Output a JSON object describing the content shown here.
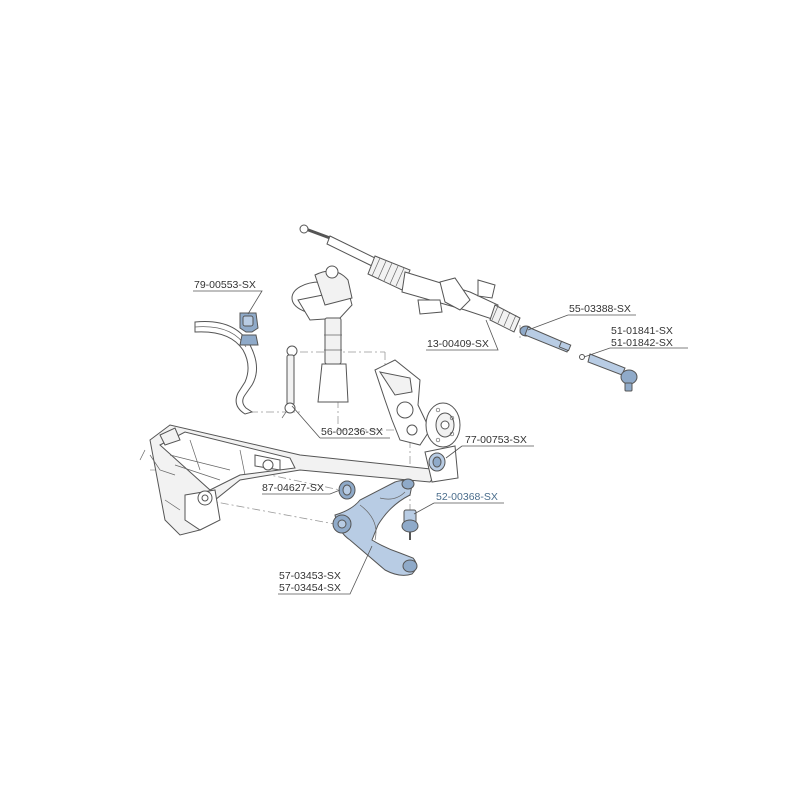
{
  "labels": {
    "sway_bar_bushing": "79-00553-SX",
    "steering_rack": "13-00409-SX",
    "inner_tie_rod": "55-03388-SX",
    "tie_rod_end_1": "51-01841-SX",
    "tie_rod_end_2": "51-01842-SX",
    "stabilizer_link": "56-00236-SX",
    "rear_bushing": "77-00753-SX",
    "front_bushing": "87-04627-SX",
    "ball_joint": "52-00368-SX",
    "control_arm_1": "57-03453-SX",
    "control_arm_2": "57-03454-SX"
  },
  "colors": {
    "highlight": "#b8cce4",
    "highlight_dark": "#8faac9",
    "line": "#555555",
    "label": "#333333",
    "label_highlight": "#4a6d8c"
  }
}
